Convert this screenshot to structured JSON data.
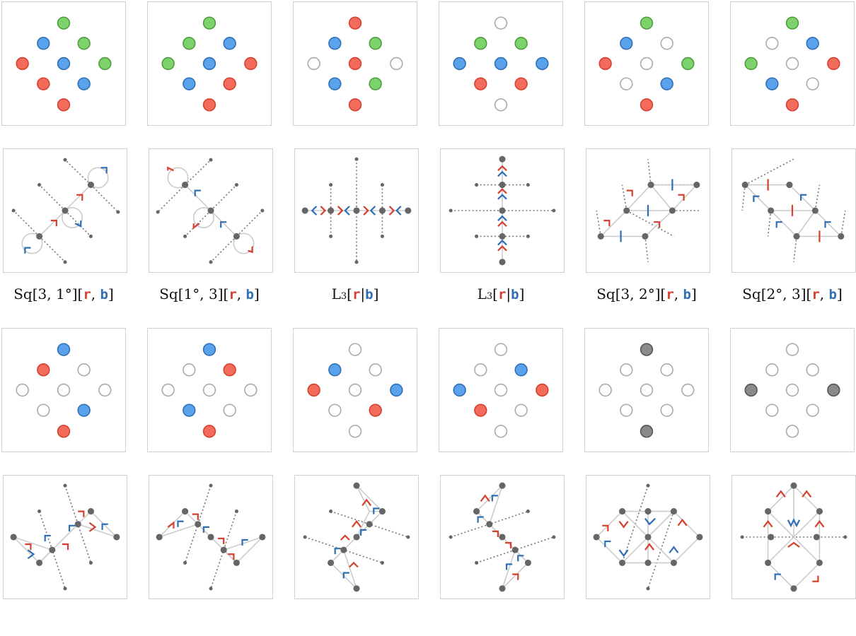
{
  "colors": {
    "red": "#f26b5b",
    "blue": "#5aa2ec",
    "green": "#7dd36b",
    "gray": "#8a8a8a",
    "empty": "#ffffff",
    "red_stroke": "#d6402f",
    "blue_stroke": "#2f6fb5",
    "green_stroke": "#4f9c3e",
    "vertex": "#666666",
    "edge": "#cccccc",
    "dotted": "#777777"
  },
  "lattice_patterns": [
    [
      "g",
      "b",
      "g",
      "r",
      "b",
      "g",
      "r",
      "b",
      "r"
    ],
    [
      "g",
      "g",
      "b",
      "g",
      "b",
      "r",
      "b",
      "r",
      "r"
    ],
    [
      "r",
      "b",
      "g",
      "e",
      "r",
      "e",
      "b",
      "g",
      "r"
    ],
    [
      "e",
      "g",
      "g",
      "b",
      "b",
      "b",
      "r",
      "r",
      "e"
    ],
    [
      "g",
      "b",
      "e",
      "r",
      "e",
      "g",
      "e",
      "b",
      "r"
    ],
    [
      "g",
      "e",
      "b",
      "g",
      "e",
      "r",
      "b",
      "e",
      "r"
    ],
    [
      "b",
      "r",
      "e",
      "e",
      "e",
      "e",
      "e",
      "b",
      "r"
    ],
    [
      "b",
      "e",
      "r",
      "e",
      "e",
      "e",
      "b",
      "e",
      "r"
    ],
    [
      "e",
      "b",
      "e",
      "r",
      "e",
      "b",
      "e",
      "r",
      "e"
    ],
    [
      "e",
      "e",
      "b",
      "b",
      "e",
      "r",
      "r",
      "e",
      "e"
    ],
    [
      "k",
      "e",
      "e",
      "e",
      "e",
      "e",
      "e",
      "e",
      "k"
    ],
    [
      "e",
      "e",
      "e",
      "k",
      "e",
      "k",
      "e",
      "e",
      "e"
    ]
  ],
  "labels": [
    {
      "name": "Sq",
      "args": "[3, 1°]",
      "open": "[",
      "r": "r",
      "sep": ", ",
      "b": "b",
      "close": "]"
    },
    {
      "name": "Sq",
      "args": "[1°, 3]",
      "open": "[",
      "r": "r",
      "sep": ", ",
      "b": "b",
      "close": "]"
    },
    {
      "name": "L",
      "sub": "3",
      "open": "[",
      "r": "r",
      "sep": "|",
      "b": "b",
      "close": "]"
    },
    {
      "name": "L",
      "sub": "3",
      "open": "[",
      "r": "r",
      "sep": "|",
      "b": "b",
      "close": "]"
    },
    {
      "name": "Sq",
      "args": "[3, 2°]",
      "open": "[",
      "r": "r",
      "sep": ", ",
      "b": "b",
      "close": "]"
    },
    {
      "name": "Sq",
      "args": "[2°, 3]",
      "open": "[",
      "r": "r",
      "sep": ", ",
      "b": "b",
      "close": "]"
    }
  ]
}
